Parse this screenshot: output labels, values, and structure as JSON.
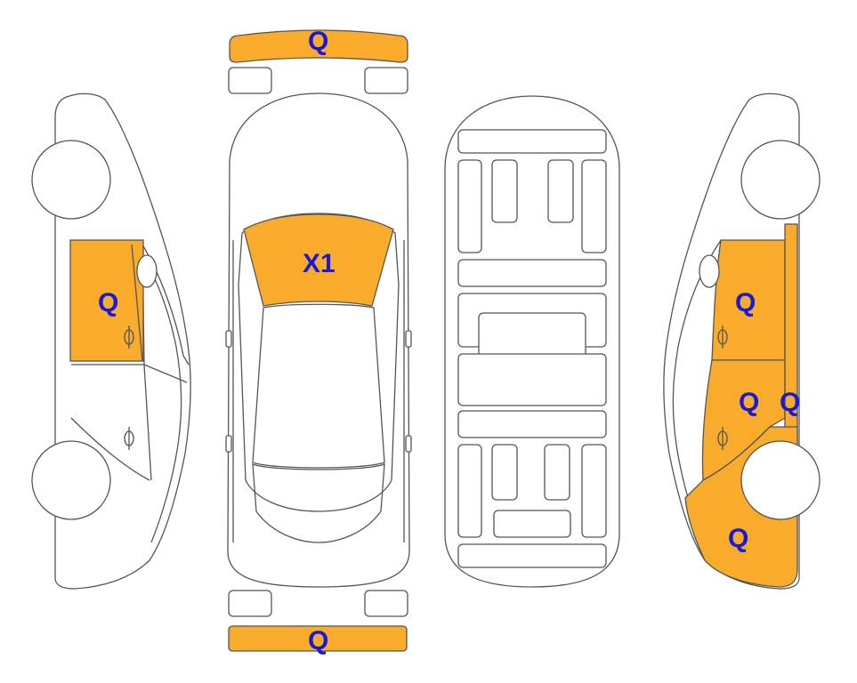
{
  "damage_color": "#F9AB2C",
  "label_color": "#1a1ad6",
  "outline_color": "#555555",
  "views": {
    "left_side": {
      "front_door_label": "Q"
    },
    "top": {
      "front_bumper_label": "Q",
      "windshield_label": "X1",
      "rear_bumper_label": "Q"
    },
    "right_side": {
      "front_door_label": "Q",
      "rear_door_label": "Q",
      "pillar_label": "Q",
      "quarter_panel_label": "Q"
    }
  }
}
